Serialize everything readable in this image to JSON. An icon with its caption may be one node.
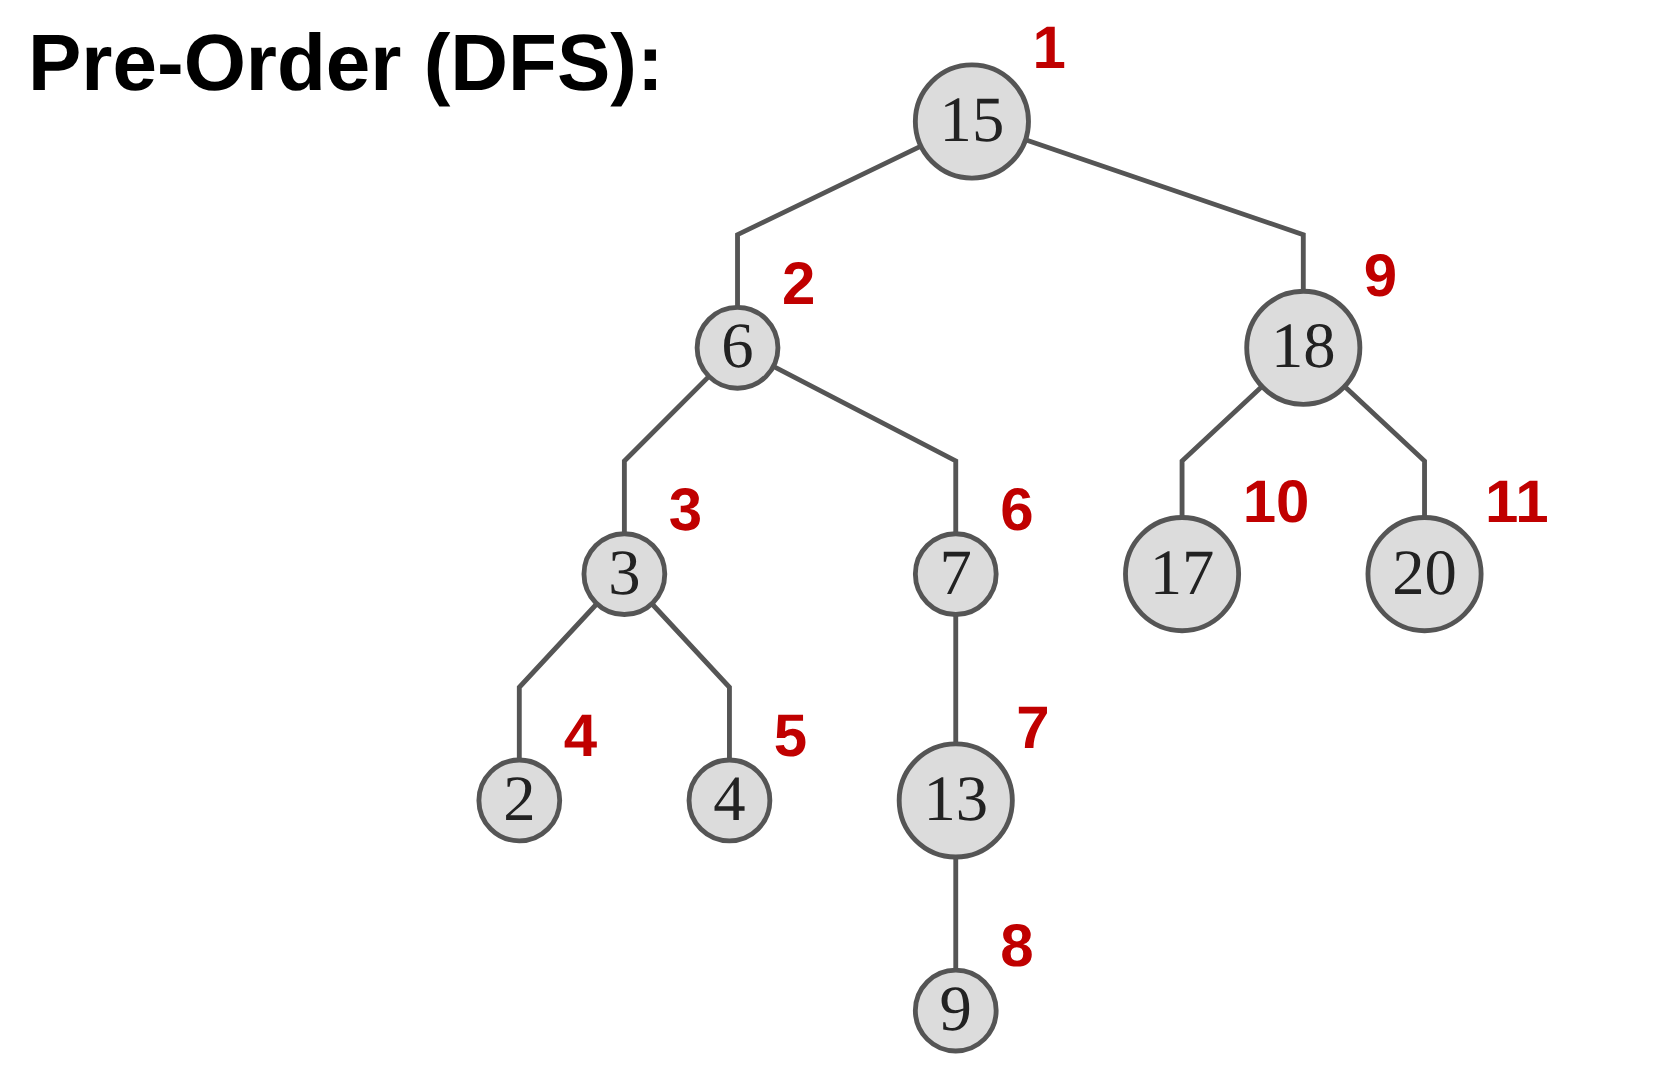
{
  "diagram": {
    "title": "Pre-Order (DFS):",
    "nodes": [
      {
        "text": [
          "15"
        ],
        "beside": [
          "1"
        ]
      },
      {
        "text": [
          "6"
        ],
        "beside": [
          "2"
        ]
      },
      {
        "text": [
          "18"
        ],
        "beside": [
          "9"
        ]
      },
      {
        "text": [
          "3"
        ],
        "beside": [
          "3"
        ]
      },
      {
        "text": [
          "7"
        ],
        "beside": [
          "6"
        ]
      },
      {
        "text": [
          "17"
        ],
        "beside": [
          "10"
        ]
      },
      {
        "text": [
          "20"
        ],
        "beside": [
          "11"
        ]
      },
      {
        "text": [
          "2"
        ],
        "beside": [
          "4"
        ]
      },
      {
        "text": [
          "4"
        ],
        "beside": [
          "5"
        ]
      },
      {
        "text": [
          "13"
        ],
        "beside": [
          "7"
        ]
      },
      {
        "text": [
          "9"
        ],
        "beside": [
          "8"
        ]
      }
    ],
    "edges": [
      {
        "from": 0,
        "to": 1,
        "arrow": "none"
      },
      {
        "from": 0,
        "to": 2,
        "arrow": "none"
      },
      {
        "from": 1,
        "to": 3,
        "arrow": "none"
      },
      {
        "from": 1,
        "to": 4,
        "arrow": "none"
      },
      {
        "from": 3,
        "to": 7,
        "arrow": "none"
      },
      {
        "from": 3,
        "to": 8,
        "arrow": "none"
      },
      {
        "from": 4,
        "to": 9,
        "arrow": "none"
      },
      {
        "from": 9,
        "to": 10,
        "arrow": "none"
      },
      {
        "from": 2,
        "to": 5,
        "arrow": "none"
      },
      {
        "from": 2,
        "to": 6,
        "arrow": "none"
      }
    ]
  }
}
